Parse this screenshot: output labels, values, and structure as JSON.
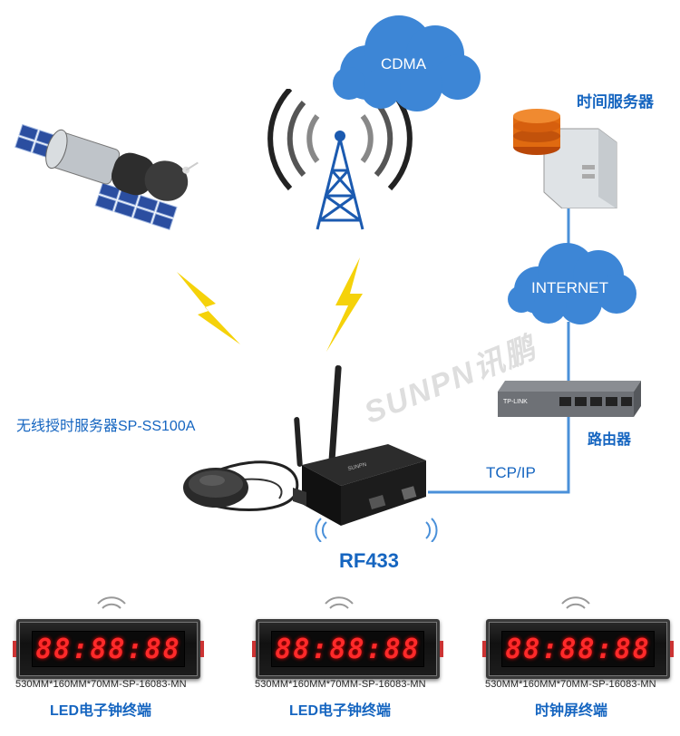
{
  "clouds": {
    "cdma": "CDMA",
    "internet": "INTERNET"
  },
  "labels": {
    "time_server": "时间服务器",
    "router": "路由器",
    "tcp_ip": "TCP/IP",
    "wireless_server": "无线授时服务器SP-SS100A",
    "rf433": "RF433",
    "watermark": "SUNPN讯鹏"
  },
  "terminals": [
    {
      "display": "88:88:88",
      "spec": "530MM*160MM*70MM-SP-16083-MN",
      "name": "LED电子钟终端"
    },
    {
      "display": "88:88:88",
      "spec": "530MM*160MM*70MM-SP-16083-MN",
      "name": "LED电子钟终端"
    },
    {
      "display": "88:88:88",
      "spec": "530MM*160MM*70MM-SP-16083-MN",
      "name": "时钟屏终端"
    }
  ],
  "colors": {
    "cloud": "#3d86d6",
    "line": "#4a90d9",
    "label": "#1565c0",
    "lightning": "#f5d20a",
    "led": "#ff2a2a"
  },
  "icons": [
    "satellite-icon",
    "signal-tower-icon",
    "cloud-icon",
    "server-icon",
    "router-icon",
    "gps-antenna-icon",
    "lightning-icon",
    "wifi-signal-icon"
  ]
}
